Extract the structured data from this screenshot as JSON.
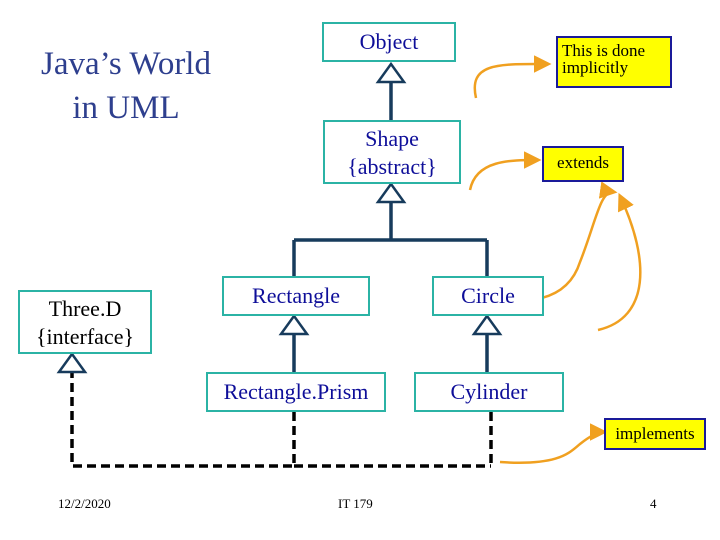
{
  "slide": {
    "title_line1": "Java’s World",
    "title_line2": "in UML"
  },
  "classes": {
    "object": "Object",
    "shape_line1": "Shape",
    "shape_line2": "{abstract}",
    "rectangle": "Rectangle",
    "circle": "Circle",
    "rectangle_prism": "Rectangle.Prism",
    "cylinder": "Cylinder",
    "threed_line1": "Three.D",
    "threed_line2": "{interface}"
  },
  "notes": {
    "implicit_line1": "This is done",
    "implicit_line2": "implicitly",
    "extends": "extends",
    "implements": "implements"
  },
  "footer": {
    "date": "12/2/2020",
    "course": "IT 179",
    "page": "4"
  },
  "colors": {
    "connector_solid": "#173b5c",
    "connector_dashed": "#000000",
    "annotation_arrow": "#f0a020",
    "box_border": "#2bb3a5",
    "class_text": "#0e0e99",
    "note_fill": "#ffff00",
    "title_text": "#2e3f8e"
  }
}
